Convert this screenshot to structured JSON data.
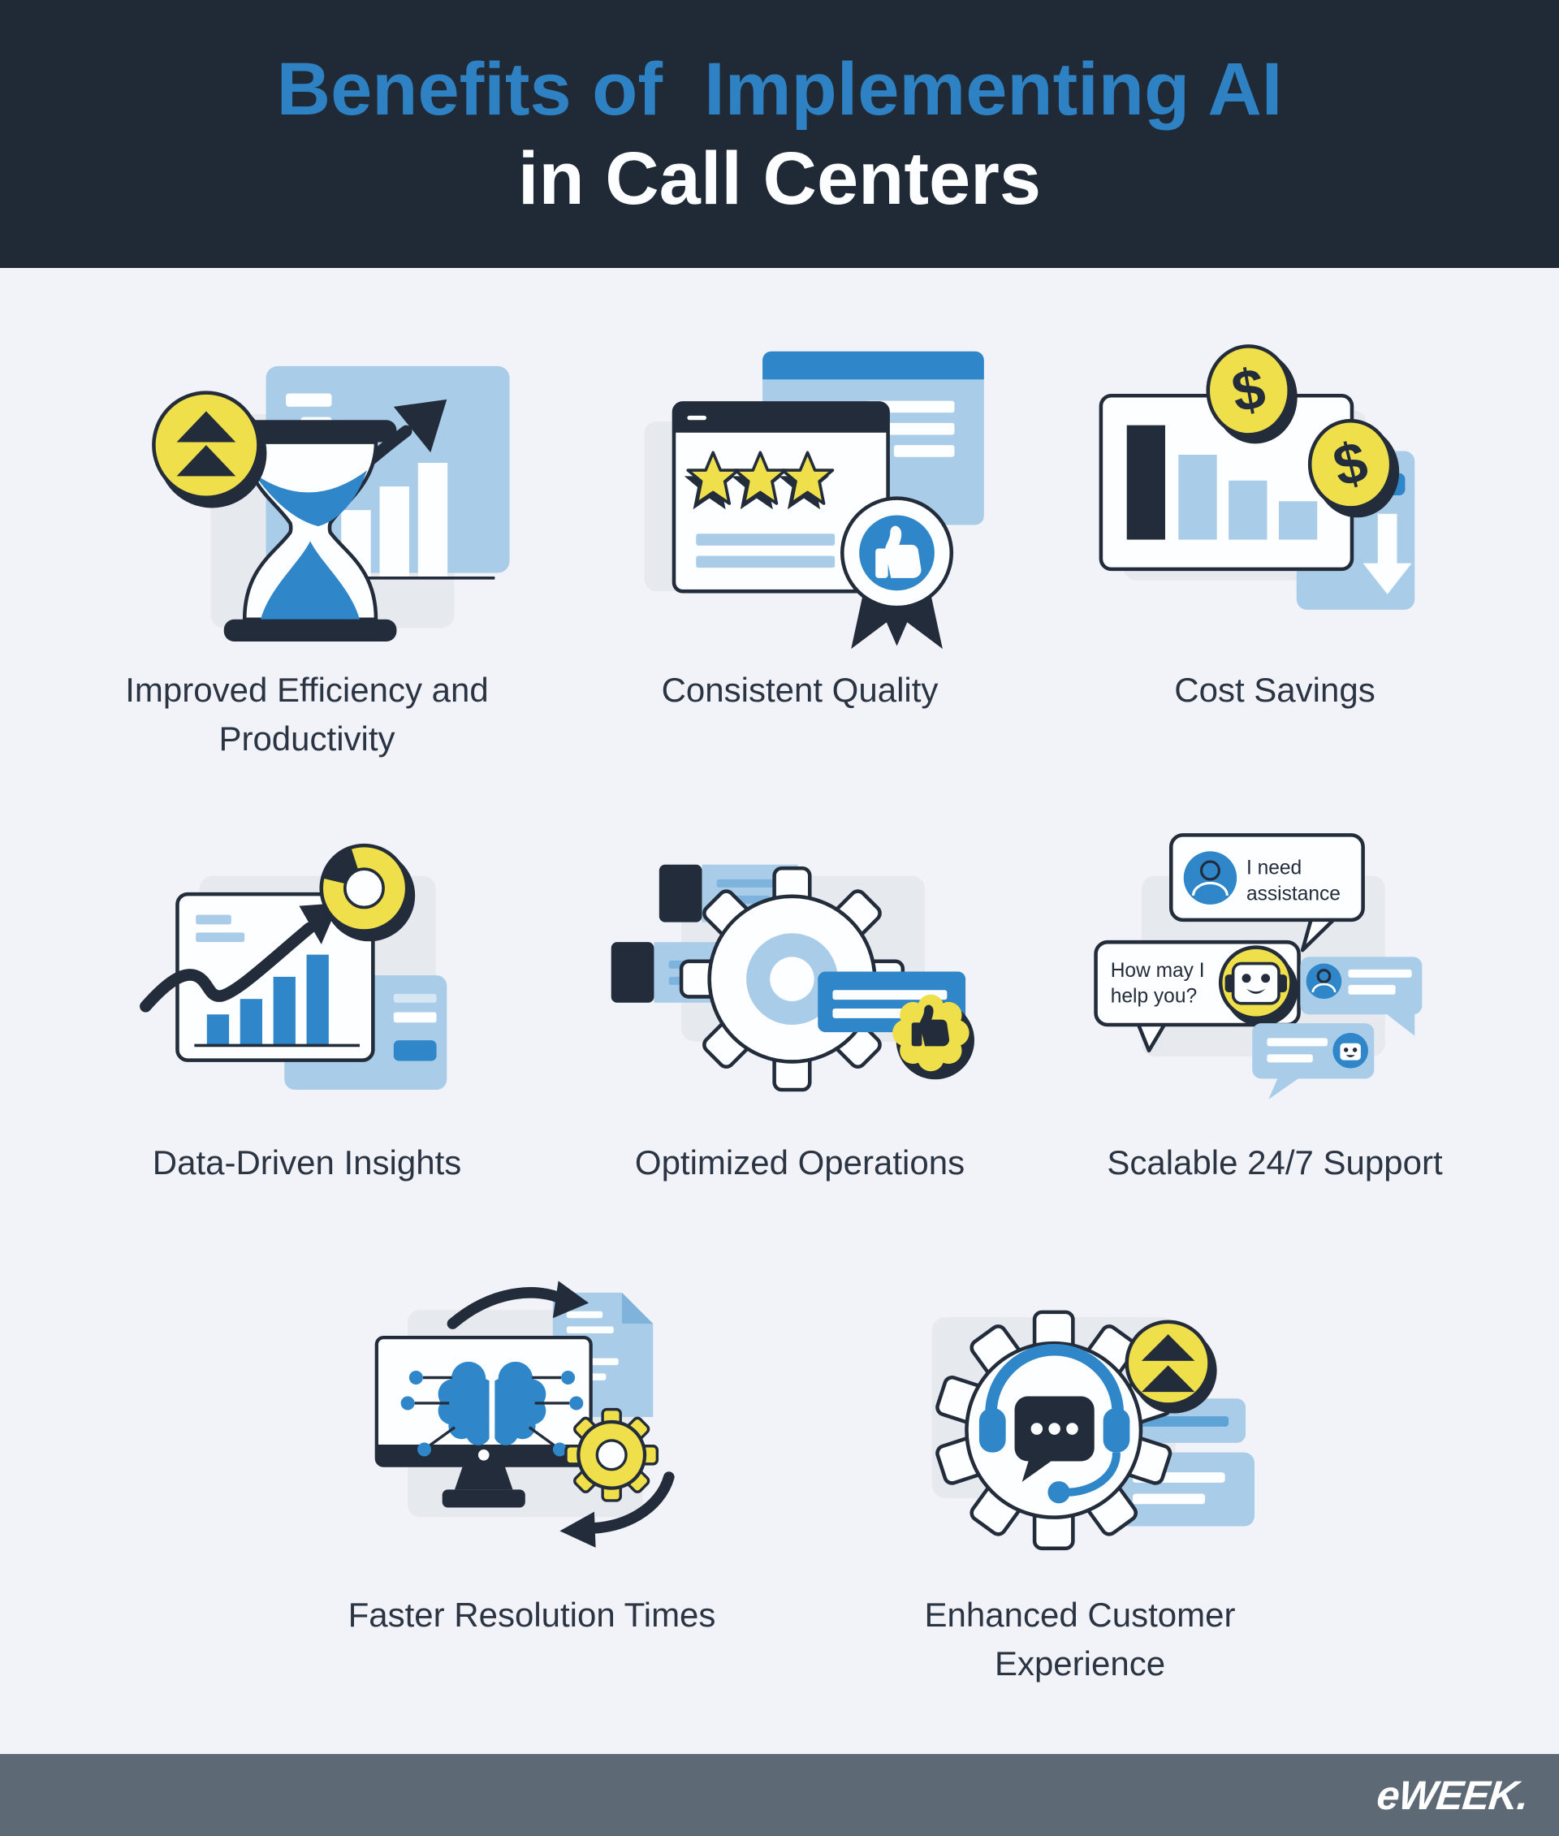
{
  "header": {
    "title_line1": "Benefits of  Implementing AI",
    "title_line2": "in Call Centers"
  },
  "benefits": [
    {
      "id": "improved-efficiency",
      "label": "Improved Efficiency and Productivity",
      "icon": "hourglass-growth-chart-icon"
    },
    {
      "id": "consistent-quality",
      "label": "Consistent Quality",
      "icon": "star-rating-award-badge-icon"
    },
    {
      "id": "cost-savings",
      "label": "Cost Savings",
      "icon": "declining-bars-dollar-coins-icon"
    },
    {
      "id": "data-driven-insights",
      "label": "Data-Driven Insights",
      "icon": "analytics-chart-donut-icon"
    },
    {
      "id": "optimized-operations",
      "label": "Optimized Operations",
      "icon": "gear-task-approval-icon"
    },
    {
      "id": "scalable-support",
      "label": "Scalable 24/7 Support",
      "icon": "chatbot-conversation-icon",
      "chat": {
        "user_line1": "I need",
        "user_line2": "assistance",
        "bot_line1": "How may I",
        "bot_line2": "help you?"
      }
    },
    {
      "id": "faster-resolution",
      "label": "Faster Resolution Times",
      "icon": "ai-brain-monitor-sync-icon"
    },
    {
      "id": "enhanced-experience",
      "label": "Enhanced Customer Experience",
      "icon": "headset-bot-gear-icon"
    }
  ],
  "glyphs": {
    "dollar": "$"
  },
  "footer": {
    "brand": "eWEEK."
  },
  "colors": {
    "header_bg": "#202a36",
    "title_blue": "#2e82c4",
    "title_white": "#fdfeff",
    "page_bg": "#f1f3f8",
    "ink": "#222c3a",
    "yellow": "#efdf4a",
    "blue": "#2f86c8",
    "light_blue": "#a9cde9",
    "panel_grey": "#e6e9ee",
    "label_text": "#2b3442",
    "footer_bg": "#5d6a76"
  }
}
